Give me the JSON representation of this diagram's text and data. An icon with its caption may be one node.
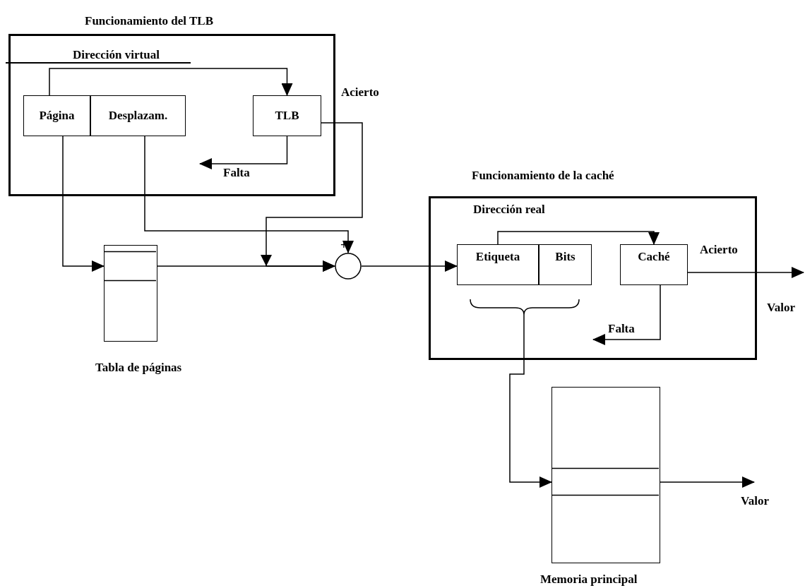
{
  "diagram": {
    "nodes": [
      {
        "text": [
          "Funcionamiento del TLB",
          "Dirección virtual"
        ]
      },
      {
        "text": [
          "Página"
        ],
        "in": 0
      },
      {
        "text": [
          "Desplazam."
        ],
        "in": 0
      },
      {
        "text": [
          "TLB"
        ],
        "in": 0
      },
      {
        "text": [],
        "shape": "box",
        "beside": [
          "Tabla de páginas"
        ]
      },
      {
        "text": [],
        "shape": "circle"
      },
      {
        "text": [
          "Funcionamiento de la caché",
          "Dirección real"
        ]
      },
      {
        "text": [
          "Etiqueta"
        ],
        "in": 6
      },
      {
        "text": [
          "Bits"
        ],
        "in": 6
      },
      {
        "text": [
          "Caché"
        ],
        "in": 6
      },
      {
        "text": [],
        "shape": "box",
        "beside": [
          "Memoria principal"
        ]
      }
    ],
    "edges": [
      {
        "from": 1,
        "to": 3,
        "arrow": "to"
      },
      {
        "from": 3,
        "to": null,
        "arrow": "to",
        "label": "Falta"
      },
      {
        "from": 3,
        "to": 5,
        "arrow": "to",
        "label": "Acierto"
      },
      {
        "from": 1,
        "to": 4,
        "arrow": "to"
      },
      {
        "from": 4,
        "to": 5,
        "arrow": "to"
      },
      {
        "from": 2,
        "to": 5,
        "arrow": "to"
      },
      {
        "from": 5,
        "to": 7,
        "arrow": "to"
      },
      {
        "from": 7,
        "to": 9,
        "arrow": "to"
      },
      {
        "from": 9,
        "to": null,
        "arrow": "to",
        "label": "Acierto"
      },
      {
        "from": 9,
        "to": null,
        "arrow": "to",
        "label": "Falta"
      },
      {
        "from": 7,
        "to": 10,
        "arrow": "to"
      },
      {
        "from": 8,
        "to": 10,
        "arrow": "to"
      },
      {
        "from": 10,
        "to": null,
        "arrow": "to",
        "label": "Valor"
      }
    ],
    "labels": [
      "+",
      "Valor"
    ]
  }
}
